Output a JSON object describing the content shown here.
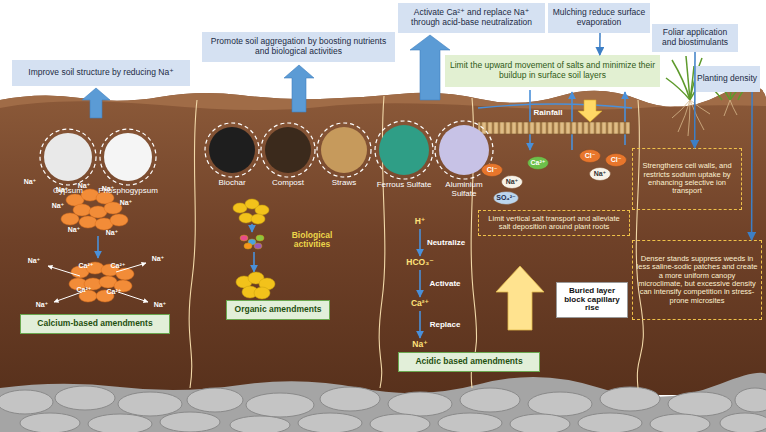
{
  "diagram": {
    "nodes": [
      {
        "text": [
          "Improve soil structure by reducing Na⁺"
        ]
      },
      {
        "text": [
          "Gypsum"
        ]
      },
      {
        "text": [
          "Phosphogypsum"
        ]
      },
      {
        "text": [
          "Calcium-based amendments"
        ]
      },
      {
        "text": [
          "Promote soil aggregation by boosting nutrients and biological activities"
        ]
      },
      {
        "text": [
          "Biochar"
        ]
      },
      {
        "text": [
          "Compost"
        ]
      },
      {
        "text": [
          "Straws"
        ]
      },
      {
        "text": [
          "Organic amendments"
        ]
      },
      {
        "text": [
          "Activate Ca²⁺ and replace Na⁺ through acid-base neutralization"
        ]
      },
      {
        "text": [
          "Ferrous Sulfate"
        ]
      },
      {
        "text": [
          "Aluminium Sulfate"
        ]
      },
      {
        "text": [
          "Acidic based amendments"
        ]
      },
      {
        "text": [
          "Mulching reduce surface evaporation"
        ]
      },
      {
        "text": [
          "Limit the upward movement of salts and minimize their buildup in surface soil layers"
        ]
      },
      {
        "text": [
          "Cl⁻"
        ]
      },
      {
        "text": [
          "Ca²⁺"
        ]
      },
      {
        "text": [
          "Na⁺"
        ]
      },
      {
        "text": [
          "SO₄²⁻"
        ]
      },
      {
        "text": [
          "Cl⁻"
        ]
      },
      {
        "text": [
          "Cl⁻"
        ]
      },
      {
        "text": [
          "Na⁺"
        ]
      },
      {
        "text": [
          "Limit vertical salt transport and alleviate salt deposition around plant roots"
        ]
      },
      {
        "text": [
          "Buried layer block capillary rise"
        ]
      },
      {
        "text": [
          "Foliar application and biostimulants"
        ]
      },
      {
        "text": [
          "Planting density"
        ]
      },
      {
        "text": [
          "Strengthens cell walls, and restricts sodium uptake by enhancing selective ion transport"
        ]
      },
      {
        "text": [
          "Denser stands suppress weeds in less saline-sodic patches and create a more uniform canopy microclimate, but excessive density can intensify competition in stress-prone microsites"
        ]
      }
    ],
    "edges": [
      {
        "from": 13,
        "to": 14,
        "arrow": "to"
      },
      {
        "from": 24,
        "to": 26,
        "arrow": "to"
      },
      {
        "from": 25,
        "to": 27,
        "arrow": "to"
      }
    ],
    "labels": [
      "Na⁺",
      "Na⁺",
      "Na⁺",
      "Na⁺",
      "Na⁺",
      "Na⁺",
      "Na⁺",
      "Na⁺",
      "Ca²⁺",
      "Ca²⁺",
      "Ca²⁺",
      "Ca²⁺",
      "Na⁺",
      "Na⁺",
      "Na⁺",
      "Na⁺",
      "Biological activities",
      "H⁺",
      "Neutralize",
      "HCO₃⁻",
      "Activate",
      "Ca²⁺",
      "Replace",
      "Na⁺",
      "Rainfall"
    ]
  }
}
